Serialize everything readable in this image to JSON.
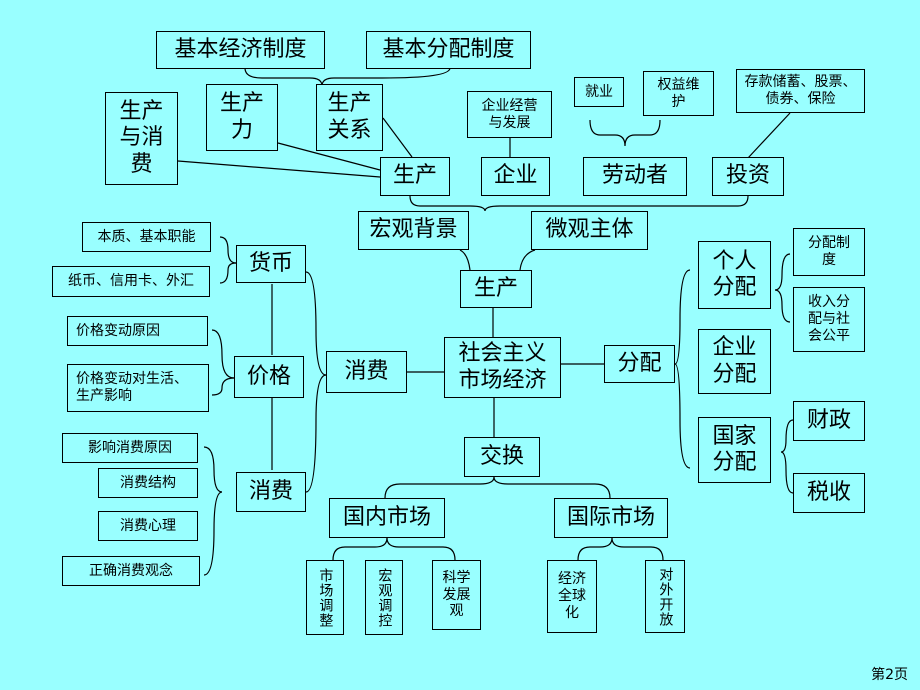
{
  "nodes": {
    "jbjjzd": "基本经济制度",
    "jbfpzd": "基本分配制度",
    "sc_yu_xf": "生产\n与消\n费",
    "scl": "生产\n力",
    "scgx": "生产\n关系",
    "qyjy": "企业经营\n与发展",
    "jiuye": "就业",
    "qywh": "权益维\n护",
    "ckcx": "存款储蓄、股票、\n债券、保险",
    "sc_top": "生产",
    "qiye": "企业",
    "ldz": "劳动者",
    "touzi": "投资",
    "hgbj": "宏观背景",
    "wgzt": "微观主体",
    "bzjbzn": "本质、基本职能",
    "zbxyk": "纸币、信用卡、外汇",
    "huobi": "货币",
    "sc_mid": "生产",
    "grfp": "个人\n分配",
    "fpzd": "分配制\n度",
    "srfp": "收入分\n配与社\n会公平",
    "jgbdyy": "价格变动原因",
    "jgbdsh": "价格变动对生活、\n生产影响",
    "jiage": "价格",
    "xiaofei_mid": "消费",
    "center": "社会主义\n市场经济",
    "fenpei": "分配",
    "qyfp": "企业\n分配",
    "gjfp": "国家\n分配",
    "caizheng": "财政",
    "shuishou": "税收",
    "yxxfyy": "影响消费原因",
    "xfjg": "消费结构",
    "xfxl": "消费心理",
    "zqxfgn": "正确消费观念",
    "xiaofei_left": "消费",
    "jiaohuan": "交换",
    "gnsc": "国内市场",
    "gjsc": "国际市场",
    "sctz": "市场调整",
    "hgtk": "宏观调控",
    "kxfzg": "科学\n发展\n观",
    "jjqqh": "经济\n全球\n化",
    "dwkf": "对外开放"
  },
  "page_label": "第2页"
}
